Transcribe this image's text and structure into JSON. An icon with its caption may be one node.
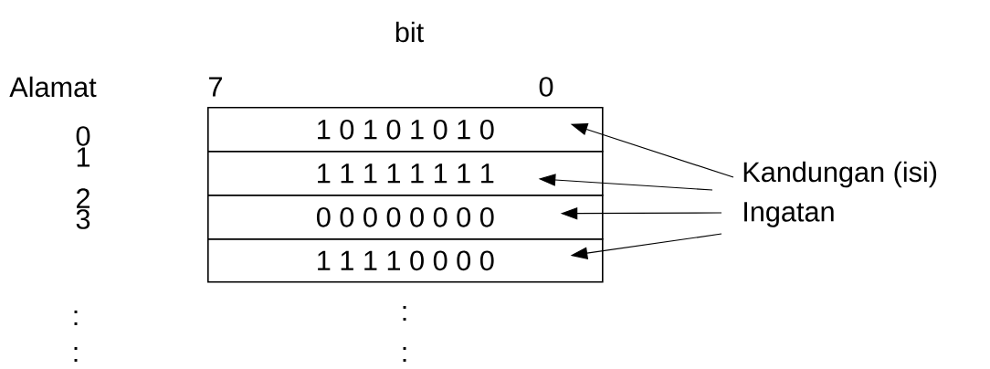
{
  "diagram": {
    "nodes": [
      {
        "text": [
          "1 0 1 0 1 0 1 0"
        ]
      },
      {
        "text": [
          "1 1 1 1 1 1 1 1"
        ]
      },
      {
        "text": [
          "0 0 0 0 0 0 0 0"
        ]
      },
      {
        "text": [
          "1 1 1 1 0 0 0 0"
        ]
      },
      {
        "text": [
          "Kandungan (isi)"
        ]
      },
      {
        "text": [
          "Ingatan"
        ]
      }
    ],
    "edges": [
      {
        "from": 4,
        "to": 0,
        "arrow": "to"
      },
      {
        "from": 4,
        "to": 1,
        "arrow": "to"
      },
      {
        "from": 5,
        "to": 2,
        "arrow": "to"
      },
      {
        "from": 5,
        "to": 3,
        "arrow": "to"
      }
    ],
    "labels": [
      "bit",
      "Alamat",
      "7",
      "0",
      "0",
      "1",
      "2",
      "3",
      ":",
      ":",
      ":",
      ":"
    ]
  }
}
